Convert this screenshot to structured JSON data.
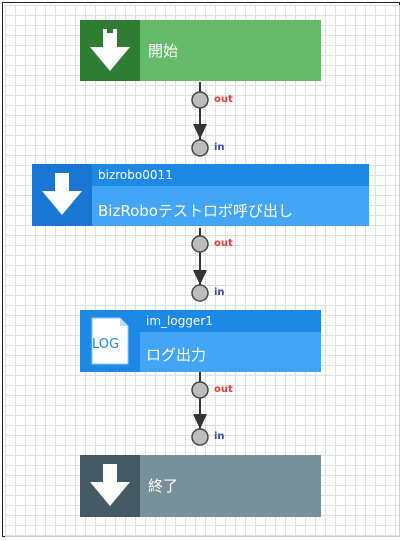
{
  "nodes": {
    "start": {
      "title": "開始",
      "icon": "down-arrow-icon",
      "color": "#66bb6a",
      "icon_bg": "#2e7d32"
    },
    "robot": {
      "id": "bizrobo0011",
      "title": "BizRoboテストロボ呼び出し",
      "icon": "down-arrow-icon",
      "color": "#42a5f5",
      "icon_bg": "#1976d2"
    },
    "logger": {
      "id": "im_logger1",
      "title": "ログ出力",
      "icon": "log-file-icon",
      "icon_text": "LOG",
      "color": "#42a5f5",
      "icon_bg": "#1e88e5"
    },
    "end": {
      "title": "終了",
      "icon": "down-arrow-icon",
      "color": "#78909c",
      "icon_bg": "#455a64"
    }
  },
  "ports": {
    "out_label": "out",
    "in_label": "in"
  }
}
